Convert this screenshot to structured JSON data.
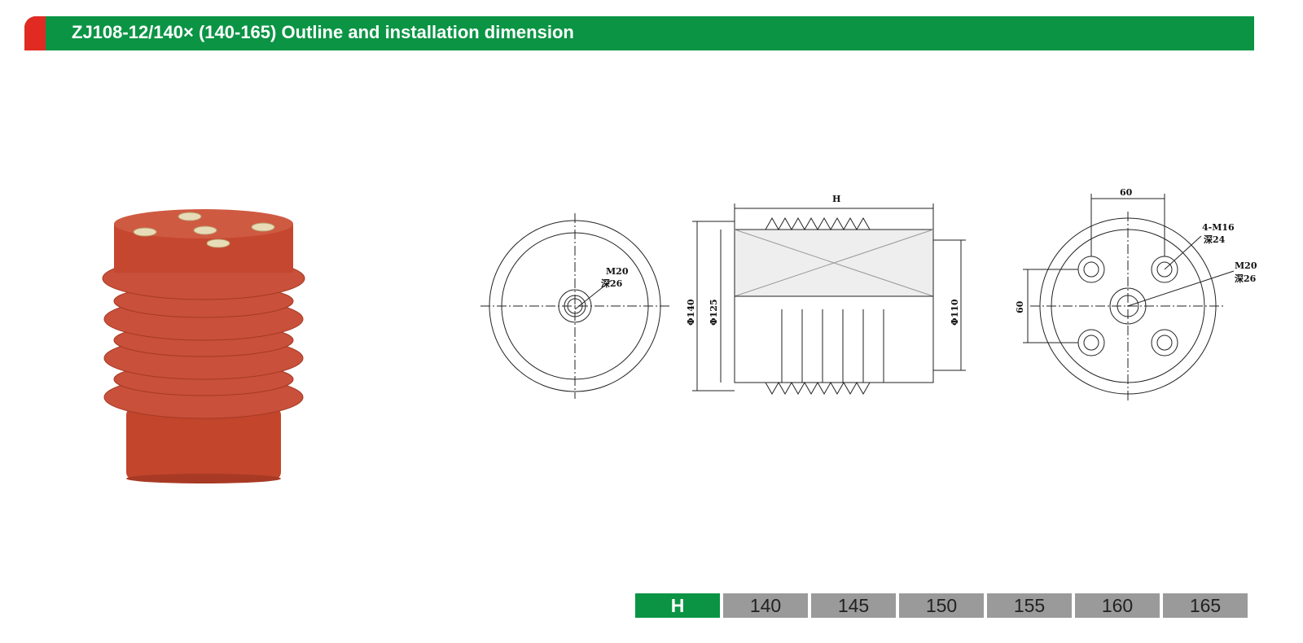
{
  "header": {
    "title": "ZJ108-12/140× (140-165) Outline and installation dimension"
  },
  "drawings": {
    "front": {
      "thread": "M20",
      "depth": "深26"
    },
    "side": {
      "height": "H",
      "d1": "Φ140",
      "d2": "Φ125",
      "d3": "Φ110"
    },
    "top": {
      "spacing_h": "60",
      "spacing_v": "60",
      "holes": "4-M16",
      "holes_depth": "深24",
      "center": "M20",
      "center_depth": "深26"
    }
  },
  "table": {
    "header": "H",
    "values": [
      "140",
      "145",
      "150",
      "155",
      "160",
      "165"
    ]
  },
  "colors": {
    "brand_green": "#0b9444",
    "brand_red": "#e02a22",
    "insulator": "#c24a30"
  }
}
